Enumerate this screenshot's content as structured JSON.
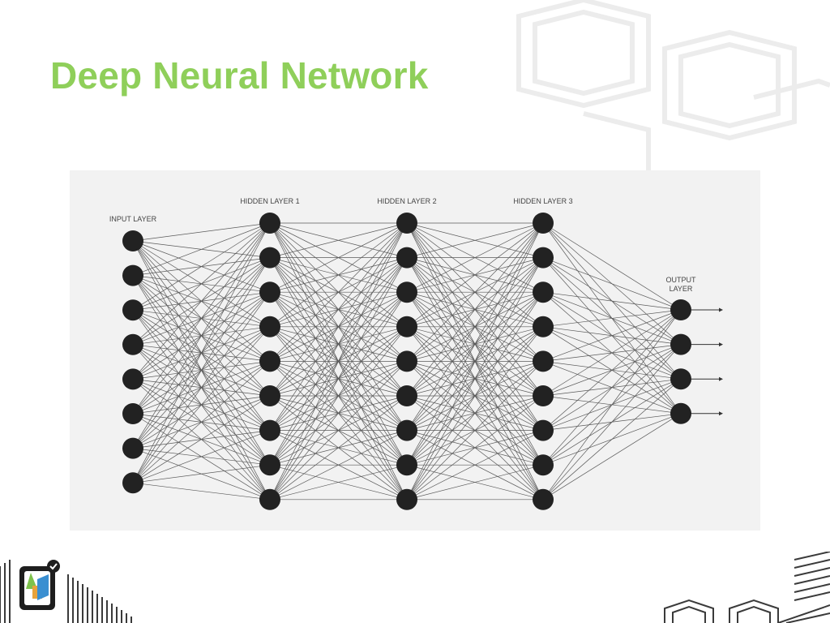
{
  "slide": {
    "title": "Deep Neural Network"
  },
  "diagram": {
    "layers": [
      {
        "label": "INPUT LAYER",
        "nodes": 8
      },
      {
        "label": "HIDDEN LAYER 1",
        "nodes": 9
      },
      {
        "label": "HIDDEN LAYER 2",
        "nodes": 9
      },
      {
        "label": "HIDDEN LAYER 3",
        "nodes": 9
      },
      {
        "label": "OUTPUT LAYER",
        "label_lines": [
          "OUTPUT",
          "LAYER"
        ],
        "nodes": 4
      }
    ],
    "output_arrows": true
  },
  "colors": {
    "title": "#8fcf5a",
    "node": "#222222",
    "edge": "#5a5a5a",
    "figure_bg": "#f2f2f2",
    "decoration": "#e6e6e6"
  },
  "logo_icon": "app-logo-icon"
}
